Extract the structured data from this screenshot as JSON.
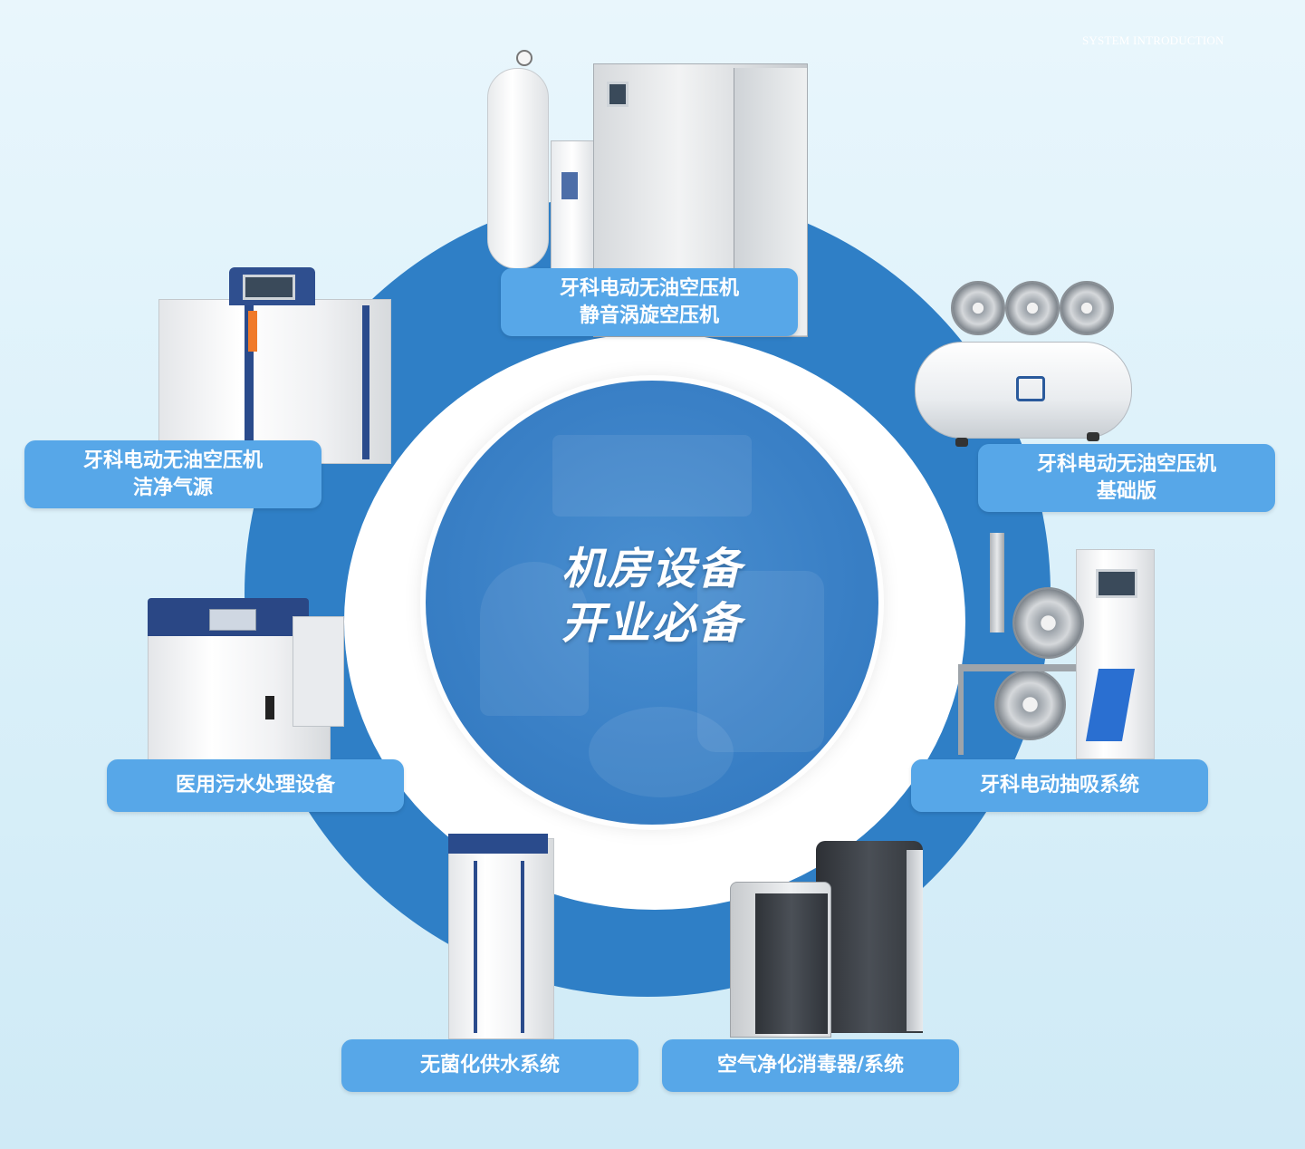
{
  "header": {
    "intro": "SYSTEM INTRODUCTION"
  },
  "center": {
    "line1": "机房设备",
    "line2": "开业必备"
  },
  "items": [
    {
      "line1": "牙科电动无油空压机",
      "line2": "静音涡旋空压机"
    },
    {
      "line1": "牙科电动无油空压机",
      "line2": "洁净气源"
    },
    {
      "line1": "牙科电动无油空压机",
      "line2": "基础版"
    },
    {
      "line1": "医用污水处理设备",
      "line2": ""
    },
    {
      "line1": "牙科电动抽吸系统",
      "line2": ""
    },
    {
      "line1": "无菌化供水系统",
      "line2": ""
    },
    {
      "line1": "空气净化消毒器/系统",
      "line2": ""
    }
  ],
  "colors": {
    "ring": "#2f7fc6",
    "label": "#57a7e8",
    "center": "#3a80c6"
  }
}
